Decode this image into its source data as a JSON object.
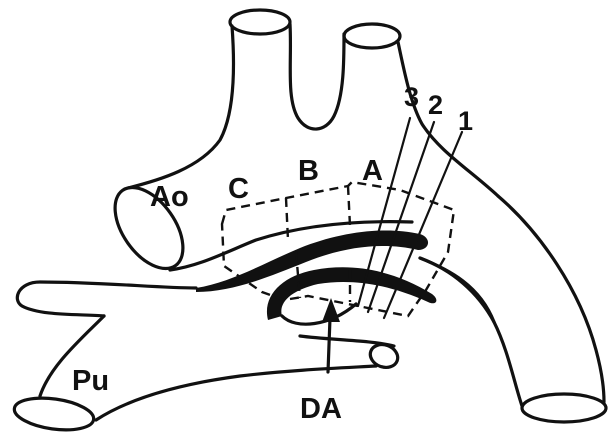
{
  "labels": {
    "aorta": "Ao",
    "pulmonary": "Pu",
    "ductus": "DA",
    "region_a": "A",
    "region_b": "B",
    "region_c": "C",
    "line_1": "1",
    "line_2": "2",
    "line_3": "3"
  },
  "colors": {
    "ink": "#111111",
    "background": "#ffffff"
  }
}
